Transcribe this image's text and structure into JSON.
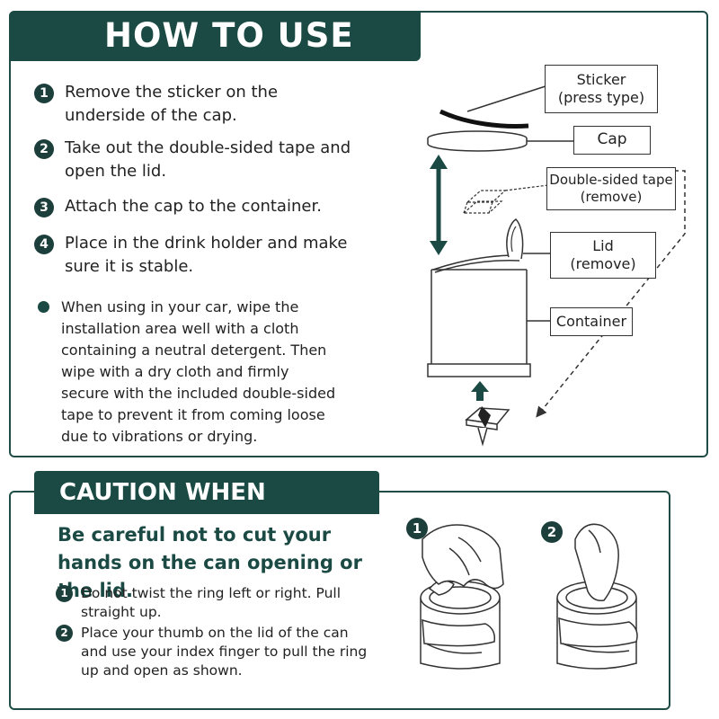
{
  "how_to_use": {
    "title": "HOW TO USE",
    "steps": [
      {
        "num": "1",
        "text": "Remove the sticker on the underside of the cap."
      },
      {
        "num": "2",
        "text": "Take out the double-sided tape and open the lid."
      },
      {
        "num": "3",
        "text": "Attach the cap to the container."
      },
      {
        "num": "4",
        "text": "Place in the drink holder and make sure it is stable."
      }
    ],
    "note": "When using in your car, wipe the installation area well with a cloth containing a neutral detergent. Then wipe with a dry cloth and firmly secure with the included double-sided tape to prevent it from coming loose due to vibrations or drying."
  },
  "diagram": {
    "labels": {
      "sticker_line1": "Sticker",
      "sticker_line2": "(press type)",
      "cap": "Cap",
      "tape_line1": "Double-sided tape",
      "tape_line2": "(remove)",
      "lid_line1": "Lid",
      "lid_line2": "(remove)",
      "container": "Container"
    }
  },
  "caution": {
    "title": "CAUTION WHEN OPENING",
    "headline": "Be careful not to cut your hands on the can opening or the lid.",
    "steps": [
      {
        "num": "1",
        "text": "Do not twist the ring left or right. Pull straight up."
      },
      {
        "num": "2",
        "text": "Place your thumb on the lid of the can and use your index finger to pull the ring up and open as shown."
      }
    ],
    "illustration_numbers": [
      "1",
      "2"
    ]
  },
  "colors": {
    "accent": "#1a4a43",
    "number_badge": "#1c3f3b",
    "text": "#222222",
    "background": "#ffffff"
  }
}
